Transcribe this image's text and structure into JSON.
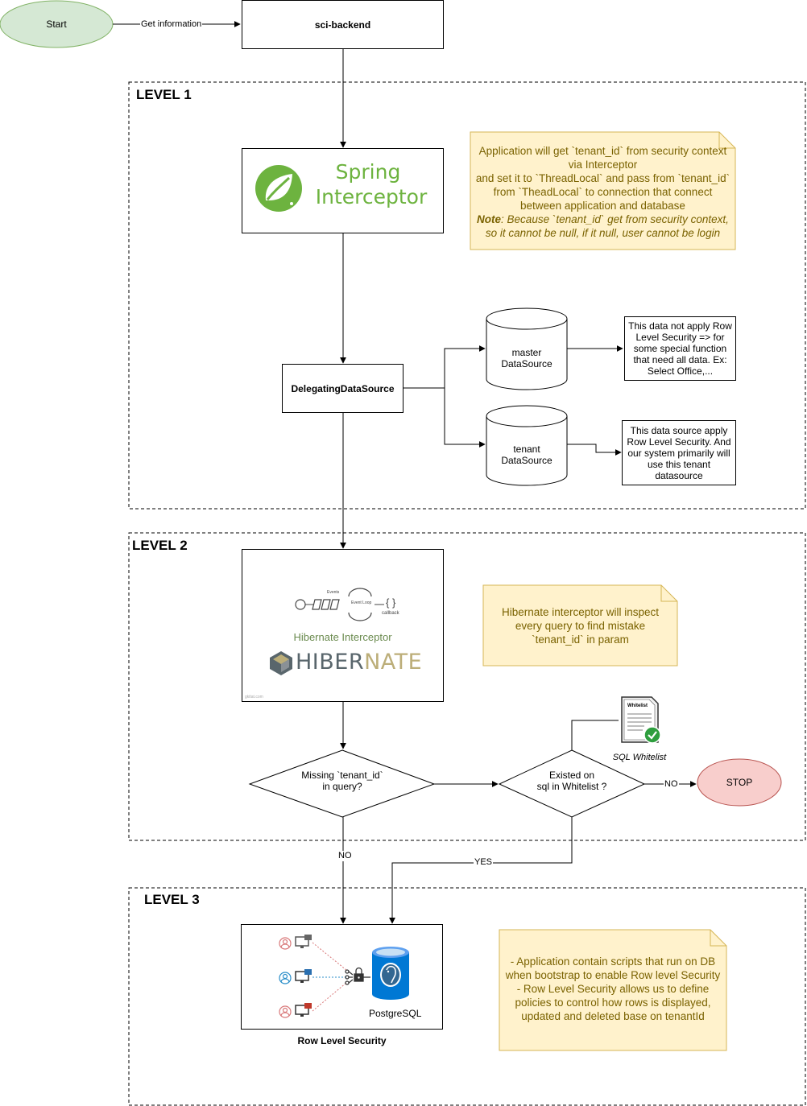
{
  "nodes": {
    "start": "Start",
    "sci_backend": "sci-backend",
    "spring_interceptor": {
      "line1": "Spring",
      "line2": "Interceptor"
    },
    "delegating_datasource": "DelegatingDataSource",
    "master_datasource": {
      "line1": "master",
      "line2": "DataSource"
    },
    "tenant_datasource": {
      "line1": "tenant",
      "line2": "DataSource"
    },
    "master_note": "This data not apply Row Level Security => for some special function that need all data. Ex: Select Office,...",
    "tenant_note": "This data source apply Row Level Security. And our system primarily will use this tenant datasource",
    "hibernate": {
      "events": "Events",
      "event_loop": "Event Loop",
      "callback": "callback",
      "brace": "{ }",
      "caption": "Hibernate Interceptor",
      "wordmark_a": "HIBER",
      "wordmark_b": "NATE",
      "credit": "gkitat.com"
    },
    "decision_missing": {
      "line1": "Missing `tenant_id`",
      "line2": "in query?"
    },
    "decision_whitelist": {
      "line1": "Existed on",
      "line2": "sql in Whitelist ?"
    },
    "whitelist_doc": "Whitelist",
    "sql_whitelist": "SQL Whitelist",
    "stop": "STOP",
    "postgres": "PostgreSQL",
    "rls_caption": "Row Level Security"
  },
  "levels": {
    "level1": "LEVEL 1",
    "level2": "LEVEL 2",
    "level3": "LEVEL 3"
  },
  "edges": {
    "get_information": "Get information",
    "no_right": "NO",
    "no_down": "NO",
    "yes": "YES"
  },
  "notes": {
    "level1": {
      "l1": "Application will get `tenant_id` from security context",
      "l2": "via Interceptor",
      "l3": "and set it to `ThreadLocal` and pass from `tenant_id`",
      "l4": "from `TheadLocal` to connection that connect",
      "l5": "between application and database",
      "note_label": "Note",
      "l6_rest": ": Because `tenant_id` get from security context,",
      "l7": "so it cannot be null, if it null, user cannot be login"
    },
    "level2": {
      "l1": "Hibernate interceptor will inspect",
      "l2": "every query to find mistake",
      "l3": "`tenant_id` in param"
    },
    "level3": {
      "l1": "- Application contain scripts that run on DB",
      "l2": "when bootstrap to enable Row level Security",
      "l3": "- Row Level Security allows us to define",
      "l4": "policies to control how rows is displayed,",
      "l5": "updated and deleted base on tenantId"
    }
  },
  "colors": {
    "start_fill": "#d5e8d4",
    "start_stroke": "#82b366",
    "stop_fill": "#f8cecc",
    "stop_stroke": "#b85450",
    "note_fill": "#fff2cc",
    "note_stroke": "#d6b656",
    "spring_green": "#6db33f",
    "hibernate_green": "#59666c",
    "hibernate_olive": "#bcae79",
    "postgres_blue": "#336791",
    "azure_blue": "#0078d4"
  }
}
